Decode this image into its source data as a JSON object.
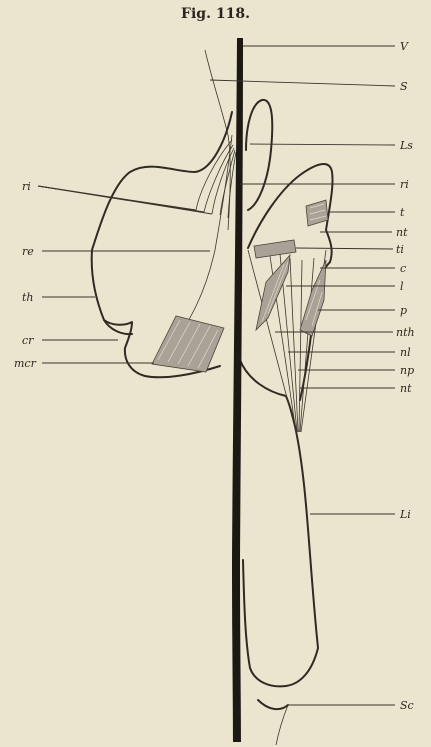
{
  "figure": {
    "title": "Fig. 118.",
    "labels": {
      "V": "V",
      "S": "S",
      "Ls": "Ls",
      "ri_right": "ri",
      "t": "t",
      "nt_upper": "nt",
      "ti": "ti",
      "c": "c",
      "l": "l",
      "p": "p",
      "nth": "nth",
      "nl": "nl",
      "np": "np",
      "nt_lower": "nt",
      "Li": "Li",
      "Sc": "Sc",
      "ri_left": "ri",
      "re": "re",
      "th": "th",
      "cr": "cr",
      "mcr": "mcr"
    }
  }
}
